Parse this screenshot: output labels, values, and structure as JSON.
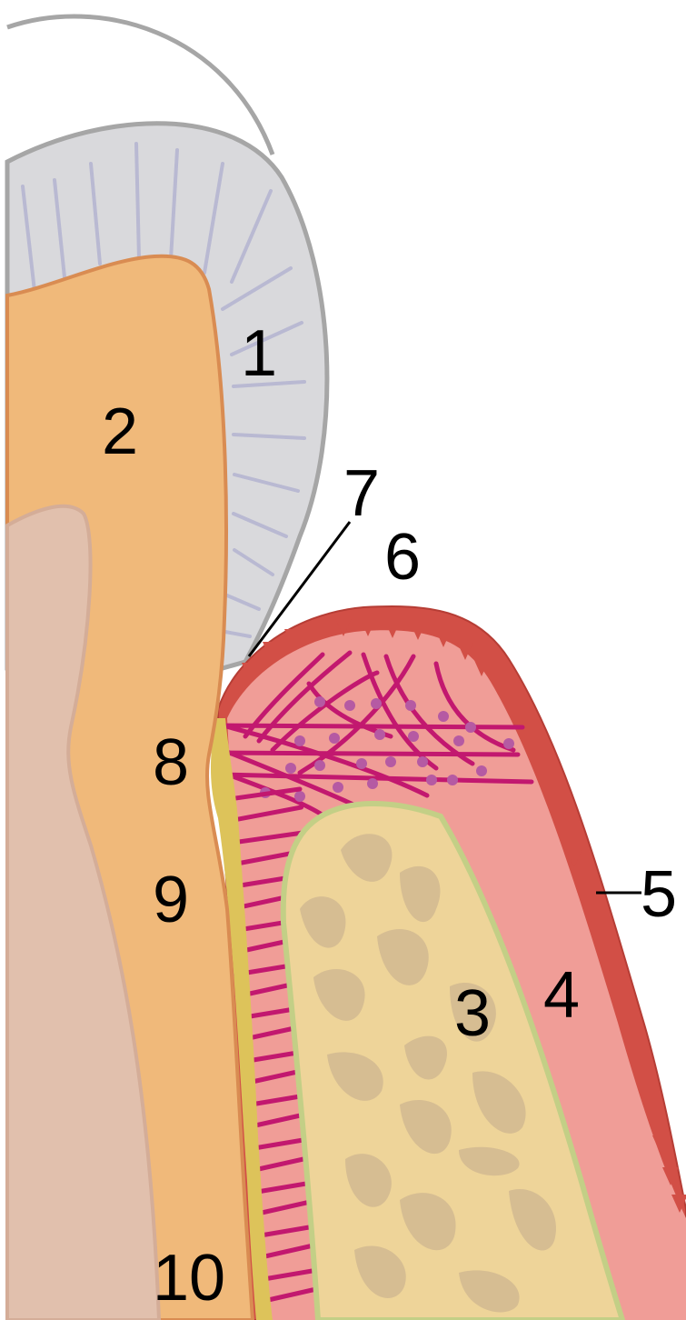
{
  "labels": {
    "n1": "1",
    "n2": "2",
    "n3": "3",
    "n4": "4",
    "n5": "5",
    "n6": "6",
    "n7": "7",
    "n8": "8",
    "n9": "9",
    "n10": "10"
  },
  "colors": {
    "enamel": "#d9d9dc",
    "enamel_outline": "#a6a6a6",
    "enamel_rods": "#b9b9d2",
    "dentin": "#f0b97a",
    "dentin_outline": "#d98c52",
    "pulp": "#e1c0ad",
    "gingiva": "#f09d97",
    "epithelium": "#d24f46",
    "fibers": "#c2186f",
    "fiber_dots": "#b55aa3",
    "bone": "#eed499",
    "bone_outline": "#c3cf86",
    "bone_spaces": "#d6bd92",
    "cementum": "#ddc35a"
  }
}
